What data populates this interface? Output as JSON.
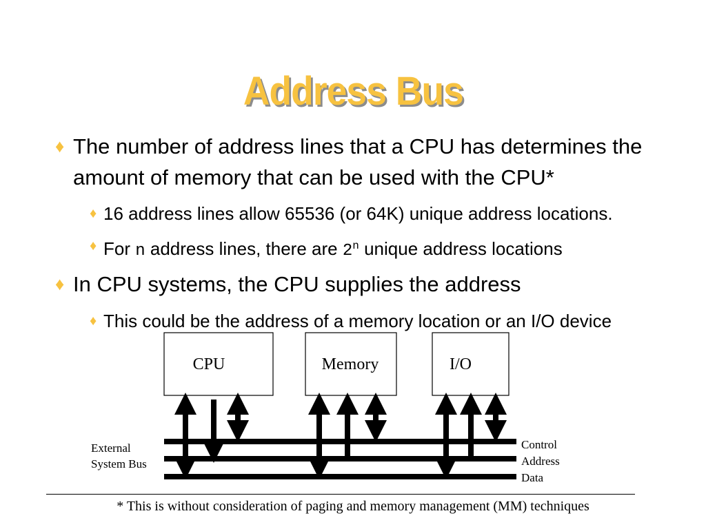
{
  "slide": {
    "title": "Address Bus",
    "bullets": [
      {
        "text": "The number of address lines that a CPU has determines the amount of memory that can be used with the CPU*"
      },
      {
        "text": "16 address lines allow 65536 (or 64K) unique address locations."
      },
      {
        "prefix": "For",
        "var_n": "n",
        "middle": "address lines, there are",
        "power_base": "2",
        "power_exp": "n",
        "suffix": "unique address locations"
      },
      {
        "text": "In CPU systems, the CPU supplies the address"
      },
      {
        "text": "This could be the address of a memory location or an I/O device"
      }
    ],
    "bullet_glyph": "♦",
    "bullet_color": "#F7C240",
    "title_color": "#F7C240"
  },
  "diagram": {
    "boxes": [
      "CPU",
      "Memory",
      "I/O"
    ],
    "bus_label": [
      "External",
      "System Bus"
    ],
    "lines": [
      "Control",
      "Address",
      "Data"
    ]
  },
  "footnote": "* This is without consideration of paging and memory management (MM) techniques"
}
